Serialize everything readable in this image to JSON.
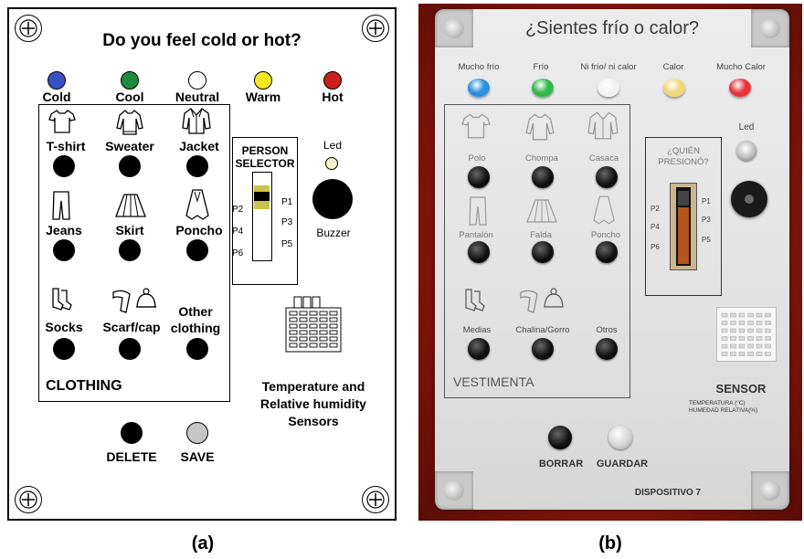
{
  "captions": {
    "a": "(a)",
    "b": "(b)"
  },
  "schematic": {
    "title": "Do you feel cold or hot?",
    "feelings": [
      {
        "label": "Cold",
        "color": "#3b4fc4"
      },
      {
        "label": "Cool",
        "color": "#1e8a3a"
      },
      {
        "label": "Neutral",
        "color": "#ffffff"
      },
      {
        "label": "Warm",
        "color": "#f5e71e"
      },
      {
        "label": "Hot",
        "color": "#cc2020"
      }
    ],
    "clothing": {
      "title": "CLOTHING",
      "items": [
        {
          "label": "T-shirt",
          "icon": "t-shirt-icon"
        },
        {
          "label": "Sweater",
          "icon": "sweater-icon"
        },
        {
          "label": "Jacket",
          "icon": "jacket-icon"
        },
        {
          "label": "Jeans",
          "icon": "jeans-icon"
        },
        {
          "label": "Skirt",
          "icon": "skirt-icon"
        },
        {
          "label": "Poncho",
          "icon": "poncho-icon"
        },
        {
          "label": "Socks",
          "icon": "socks-icon"
        },
        {
          "label": "Scarf/cap",
          "icon": "scarf-cap-icon"
        },
        {
          "label": "Other clothing",
          "icon": ""
        }
      ]
    },
    "person_selector": {
      "title": "PERSON SELECTOR",
      "pins_left": [
        "P2",
        "P4",
        "P6"
      ],
      "pins_right": [
        "P1",
        "P3",
        "P5"
      ]
    },
    "led": {
      "label": "Led"
    },
    "buzzer": {
      "label": "Buzzer"
    },
    "sensor": {
      "label": "Temperature and Relative humidity Sensors"
    },
    "buttons": {
      "delete": "DELETE",
      "save": "SAVE"
    }
  },
  "photo": {
    "title": "¿Sientes frío o calor?",
    "feelings": [
      {
        "label": "Mucho frío",
        "color": "#2a8fe0"
      },
      {
        "label": "Frío",
        "color": "#2fb94a"
      },
      {
        "label": "Ni frío/ ni calor",
        "color": "#f2f2f2"
      },
      {
        "label": "Calor",
        "color": "#f2d67a"
      },
      {
        "label": "Mucho Calor",
        "color": "#e8333a"
      }
    ],
    "clothing": {
      "title": "VESTIMENTA",
      "items": [
        "Polo",
        "Chompa",
        "Casaca",
        "Pantalón",
        "Falda",
        "Poncho",
        "Medias",
        "Chalina/Gorro",
        "Otros"
      ]
    },
    "person_selector": {
      "title": "¿QUIÉN PRESIONÓ?",
      "pins_left": [
        "P2",
        "P4",
        "P6"
      ],
      "pins_right": [
        "P1",
        "P3",
        "P5"
      ]
    },
    "led": {
      "label": "Led"
    },
    "sensor": {
      "label": "SENSOR",
      "line1": "TEMPERATURA (°C)",
      "line2": "HUMEDAD RELATIVA(%)"
    },
    "buttons": {
      "delete": "BORRAR",
      "save": "GUARDAR"
    },
    "device_label": "DISPOSITIVO 7"
  }
}
